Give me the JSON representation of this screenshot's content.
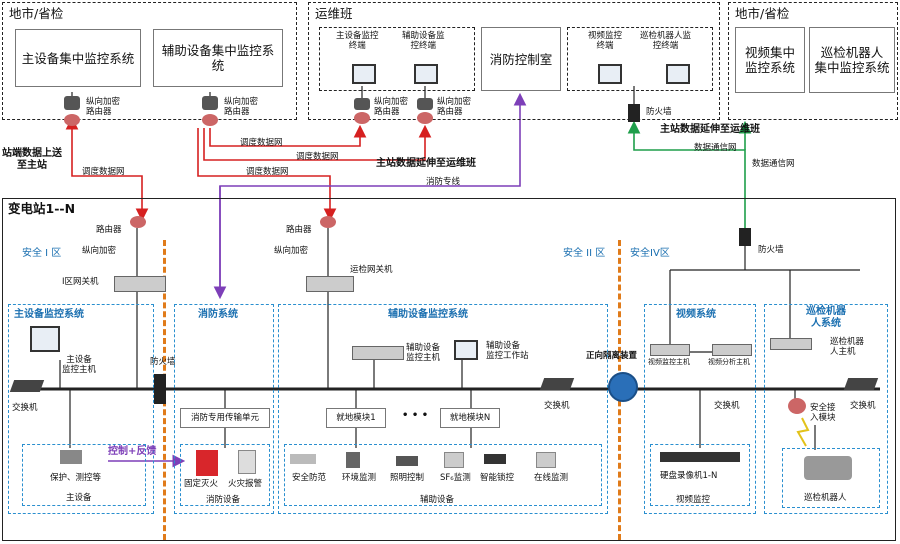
{
  "top_left": {
    "title": "地市/省检",
    "box1": "主设备集中监控系统",
    "box2": "辅助设备集中监控系统",
    "router1": "纵向加密\n路由器",
    "router2": "纵向加密\n路由器"
  },
  "top_mid": {
    "title": "运维班",
    "term1": "主设备监控\n终端",
    "term2": "辅助设备监\n控终端",
    "fire": "消防控制室",
    "term3": "视频监控\n终端",
    "term4": "巡检机器人监\n控终端",
    "router1": "纵向加密\n路由器",
    "router2": "纵向加密\n路由器",
    "firewall": "防火墙"
  },
  "top_right": {
    "title": "地市/省检",
    "box1": "视频集中\n监控系统",
    "box2": "巡检机器人\n集中监控系统"
  },
  "links": {
    "upload": "站端数据上送\n至主站",
    "dispatch1": "调度数据网",
    "dispatch2": "调度数据网",
    "dispatch3": "调度数据网",
    "dispatch4": "调度数据网",
    "extend1": "主站数据延伸至运维班",
    "fire_line": "消防专线",
    "extend2": "主站数据延伸至运维班",
    "comm1": "数据通信网",
    "comm2": "数据通信网"
  },
  "substation": {
    "title": "变电站1--N",
    "zone1": "安全 I 区",
    "zone2": "安全 II 区",
    "zone4": "安全IV区",
    "router_a": "路由器",
    "enc_a": "纵向加密",
    "gw1": "I区网关机",
    "router_b": "路由器",
    "enc_b": "纵向加密",
    "gw2": "运检网关机",
    "firewall_top": "防火墙",
    "firewall_mid": "防火墙",
    "isolation": "正向隔离装置"
  },
  "main_sys": {
    "title": "主设备监控系统",
    "host": "主设备\n监控主机",
    "switch": "交换机",
    "protect": "保护、测控等",
    "footer": "主设备"
  },
  "fire_sys": {
    "title": "消防系统",
    "unit": "消防专用传输单元",
    "ctrl": "控制+反馈",
    "ext": "固定灭火",
    "alarm": "火灾报警",
    "footer": "消防设备"
  },
  "aux_sys": {
    "title": "辅助设备监控系统",
    "host": "辅助设备\n监控主机",
    "station": "辅助设备\n监控工作站",
    "mod1": "就地模块1",
    "dots": "• • •",
    "modn": "就地模块N",
    "switch": "交换机",
    "items": [
      "安全防范",
      "环境监测",
      "照明控制",
      "SF₆监测",
      "智能锁控",
      "在线监测"
    ],
    "footer": "辅助设备"
  },
  "video_sys": {
    "title": "视频系统",
    "host1": "视频监控主机",
    "host2": "视频分析主机",
    "switch": "交换机",
    "nvr": "硬盘录像机1-N",
    "footer": "视频监控"
  },
  "robot_sys": {
    "title": "巡检机器\n人系统",
    "host": "巡检机器\n人主机",
    "switch": "交换机",
    "access": "安全接\n入模块",
    "footer": "巡检机器人"
  }
}
